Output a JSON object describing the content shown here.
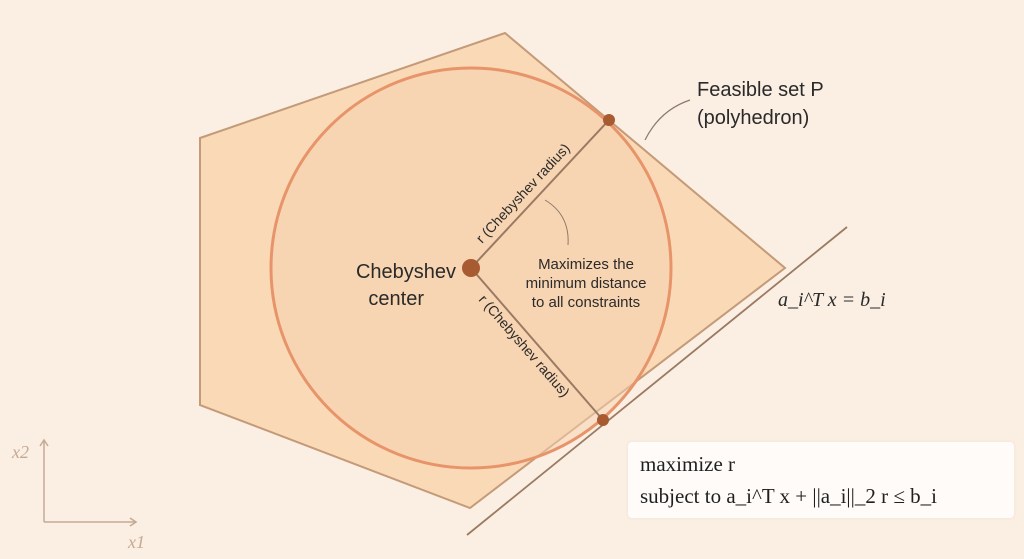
{
  "labels": {
    "feasible_set_line1": "Feasible set P",
    "feasible_set_line2": "(polyhedron)",
    "center_line1": "Chebyshev",
    "center_line2": "center",
    "radius_upper": "r (Chebyshev radius)",
    "radius_lower": "r (Chebyshev radius)",
    "note_line1": "Maximizes the",
    "note_line2": "minimum distance",
    "note_line3": "to all constraints",
    "constraint": "a_i^T x = b_i",
    "axis_x": "x1",
    "axis_y": "x2"
  },
  "problem": {
    "line1": "maximize r",
    "line2": "subject to a_i^T x + ||a_i||_2 r ≤ b_i"
  },
  "colors": {
    "background": "#fbeee2",
    "polyhedron_fill": "#f9d9b6",
    "polyhedron_stroke": "#c49a78",
    "circle_stroke": "#e8946a",
    "point": "#a85a30",
    "line": "#9a7a62"
  }
}
